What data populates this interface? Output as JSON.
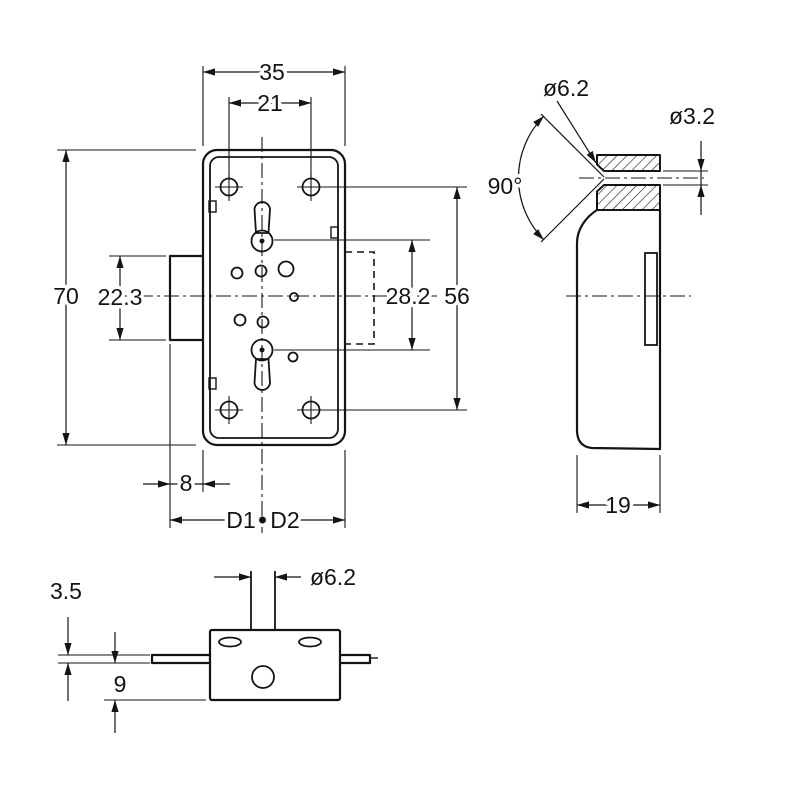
{
  "front_view": {
    "dim_width_overall": "35",
    "dim_screw_hole_span_horizontal": "21",
    "dim_height_overall": "70",
    "dim_tab_height": "22.3",
    "dim_keyhole_spacing": "28.2",
    "dim_screw_hole_span_vertical": "56",
    "dim_tab_offset": "8",
    "label_d1": "D1",
    "label_d2": "D2"
  },
  "side_view": {
    "dim_countersink_diameter": "ø6.2",
    "dim_countersink_angle": "90°",
    "dim_through_hole_diameter": "ø3.2",
    "dim_body_depth": "19"
  },
  "bottom_view": {
    "dim_flange_thickness": "3.5",
    "dim_body_height": "9",
    "dim_cylinder_diameter": "ø6.2"
  }
}
